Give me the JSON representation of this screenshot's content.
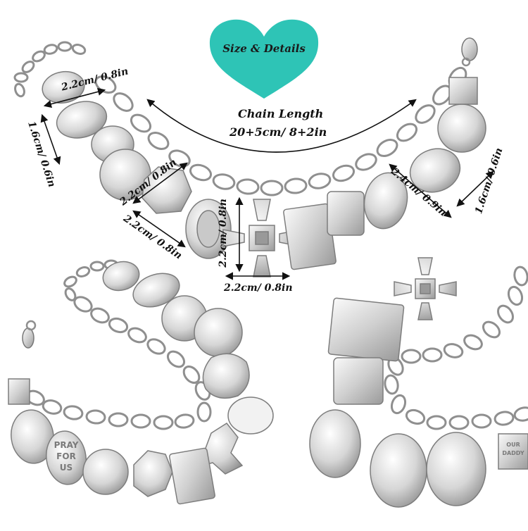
{
  "banner": {
    "text": "Size & Details",
    "color": "#2ec4b6"
  },
  "chain": {
    "title": "Chain Length",
    "value": "20+5cm/ 8+2in"
  },
  "dimensions": {
    "top_width": "2.2cm/ 0.8in",
    "left_height": "1.6cm/ 0.6in",
    "mid_width": "2.2cm/ 0.8in",
    "diag_length": "2.2cm/ 0.8in",
    "cross_height": "2.2cm/ 0.8in",
    "cross_width": "2.2cm/ 0.8in",
    "right_width": "2.4cm/ 0.9in",
    "right_height": "1.6cm/ 0.6in"
  },
  "charm_text": {
    "pray": [
      "PRAY",
      "FOR",
      "US"
    ],
    "book": [
      "OUR",
      "DADDY"
    ]
  },
  "colors": {
    "silver": "#d9d9d9",
    "silver_dark": "#8a8a8a",
    "banner": "#2ec4b6"
  }
}
